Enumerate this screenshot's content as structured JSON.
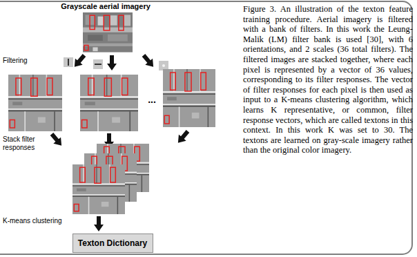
{
  "diagram": {
    "title": "Grayscale aerial imagery",
    "caption": "Figure 3. An illustration of the texton feature training procedure. Aerial imagery is filtered with a bank of filters. In this work the Leung-Malik (LM) filter bank is used [30], with 6 orientations, and 2 scales (36 total filters). The filtered images are stacked together, where each pixel is represented by a vector of 36 values, corresponding to its filter responses. The vector of filter responses for each pixel is then used as input to a K-means clustering algorithm, which learns K representative, or common, filter response vectors, which are called textons in this context. In this work K was set to 30. The textons are learned on gray-scale imagery rather than the original color imagery.",
    "nodes": [
      {
        "text": [
          "Texton Dictionary"
        ]
      }
    ],
    "labels": [
      "Filtering",
      "...",
      "Stack filter responses",
      "K-means clustering"
    ]
  }
}
